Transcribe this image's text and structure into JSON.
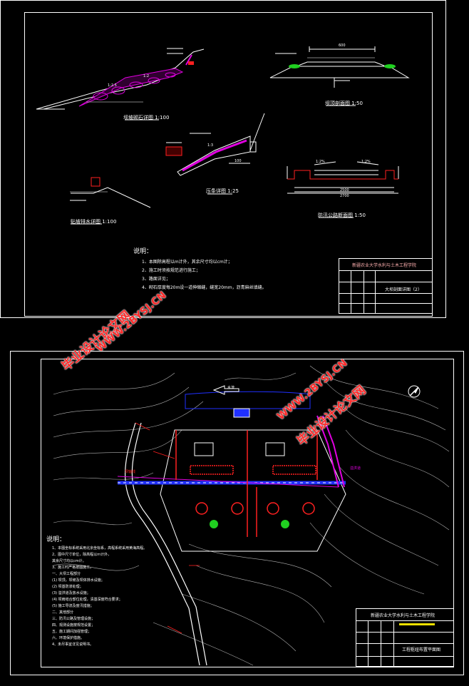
{
  "sheet1": {
    "section_titles": {
      "riprap": "坝坡砌石详图 1:100",
      "dam_crest": "坝顶剖面图 1:50",
      "slope_protection": "压条详图 1:25",
      "toe_drain": "贴坡排水详图 1:100",
      "road": "防汛公路断面图 1:50"
    },
    "notes": {
      "heading": "说明：",
      "lines": [
        "1、本图除高程以m计外，其余尺寸均以cm计；",
        "2、施工时须按规范进行施工；",
        "3、路面详见；",
        "4、砌石厚度每20m设一道伸缩缝，缝宽20mm，沥青麻丝填缝。"
      ]
    },
    "dimensions": {
      "crest_width": "600",
      "road_width": "2700",
      "road_sub": "2500",
      "slope_a": "1:2.5",
      "slope_b": "1:2",
      "slope_c": "1:3",
      "road_slope_l": "1:2%",
      "road_slope_r": "1:2%",
      "press_dim": "100"
    },
    "title_block": {
      "school": "新疆农业大学水利与土木工程学院",
      "drawing": "大坝剖面详图（2）"
    }
  },
  "sheet2": {
    "notes": {
      "heading": "说明：",
      "lines": [
        "1、本图坐标系统采用北京坐标系，高程系统采用黄海高程。",
        "2、图中尺寸单位，除高程以m计外，",
        "   其余尺寸均以cm计。",
        "3、施工时严格按图施工。",
        "一、大坝工程部分",
        "   (1) 坝顶，坝坡及坝体排水设施；",
        "   (2) 坝基防渗处理；",
        "   (3) 溢洪道及放水设施；",
        "   (4) 坝肩结合部位处理，清基深度符合要求；",
        "   (5) 施工导流及度汛措施；",
        "二、其他部分",
        "三、防汛公路及管理设施；",
        "四、观测设施按规范设置；",
        "五、施工期间加强管理；",
        "   六、环境保护措施。",
        "4、未尽事宜详见说明书。"
      ]
    },
    "map_labels": {
      "flow_arrow": "水流",
      "spillway": "溢洪道",
      "dam_axis": "坝轴线"
    },
    "title_block": {
      "school": "新疆农业大学水利与土木工程学院",
      "drawing": "工程枢纽布置平面图"
    }
  },
  "watermarks": [
    "毕业设计论文网",
    "WWW.2BYSJ.CN"
  ],
  "colors": {
    "accent_magenta": "#e000e0",
    "accent_red": "#ff2020",
    "accent_blue": "#2030ff",
    "accent_green": "#20d020",
    "accent_yellow": "#f0e000",
    "line": "#ffffff",
    "contour": "#b0b0b0"
  }
}
